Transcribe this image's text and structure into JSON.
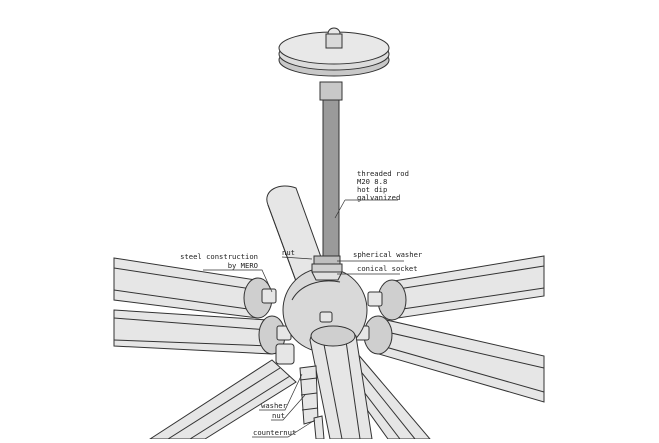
{
  "labels": {
    "rod_line1": "threaded rod",
    "rod_line2": "M20 8.8",
    "rod_line3": "hot dip",
    "rod_line4": "galvanized",
    "nut_top": "nut",
    "spherical_washer": "spherical washer",
    "conical_socket": "conical socket",
    "steel_line1": "steel construction",
    "steel_line2": "by MERO",
    "washer": "washer",
    "nut_bottom": "nut",
    "counternut": "counternut"
  },
  "colors": {
    "line": "#333333",
    "tube_fill": "#e6e6e6",
    "tube_shade": "#cfcfcf",
    "rod_fill": "#9a9a9a",
    "background": "#ffffff"
  }
}
